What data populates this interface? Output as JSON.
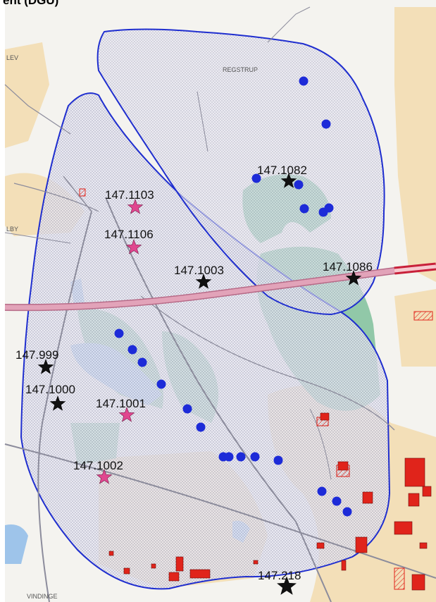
{
  "map": {
    "title_fragment": "ent (DGU)",
    "place_names": [
      {
        "id": "lev",
        "text": "LEV"
      },
      {
        "id": "regstrup",
        "text": "REGSTRUP"
      },
      {
        "id": "lby",
        "text": "LBY"
      },
      {
        "id": "vindinge",
        "text": "VINDINGE"
      }
    ],
    "colors": {
      "catchment_fill": "#d9d9ec",
      "catchment_stroke": "#1f2ecf",
      "forest": "#7fbf9b",
      "lake": "#9ec4ea",
      "urban": "#f3dfb8",
      "motorway": "#e2a3b9",
      "road": "#8c8c9c",
      "well_star_black": "#111111",
      "well_star_pink": "#e0478f",
      "observation_point": "#1d2bd8",
      "building": "#e0241b"
    },
    "wells": [
      {
        "id": "w1082",
        "label": "147.1082",
        "kind": "black"
      },
      {
        "id": "w1103",
        "label": "147.1103",
        "kind": "pink"
      },
      {
        "id": "w1106",
        "label": "147.1106",
        "kind": "pink"
      },
      {
        "id": "w1003",
        "label": "147.1003",
        "kind": "black"
      },
      {
        "id": "w1086",
        "label": "147.1086",
        "kind": "black"
      },
      {
        "id": "w999",
        "label": "147.999",
        "kind": "black"
      },
      {
        "id": "w1000",
        "label": "147.1000",
        "kind": "black"
      },
      {
        "id": "w1001",
        "label": "147.1001",
        "kind": "pink"
      },
      {
        "id": "w1002",
        "label": "147.1002",
        "kind": "pink"
      },
      {
        "id": "w218",
        "label": "147.218",
        "kind": "black"
      }
    ]
  }
}
